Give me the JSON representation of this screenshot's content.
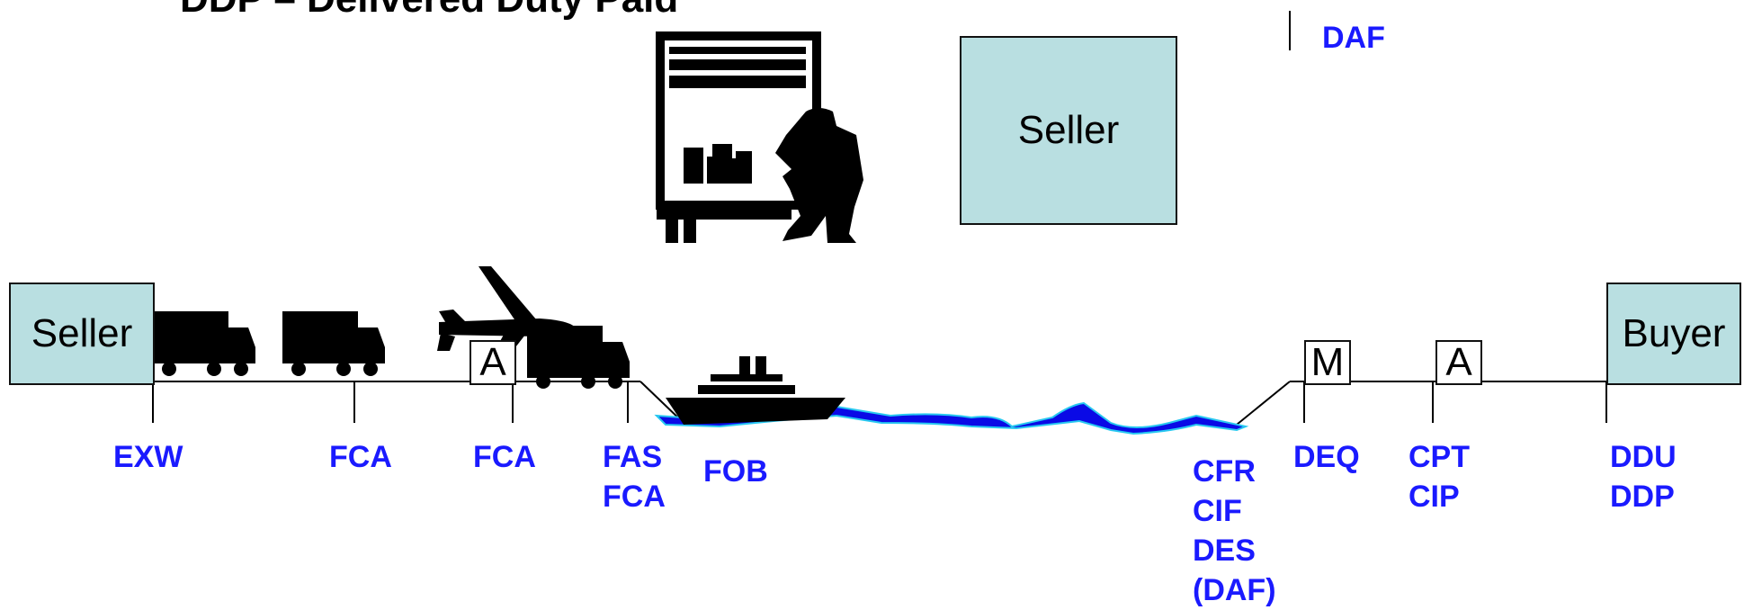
{
  "heading": "DDP – Delivered Duty Paid",
  "top_box": "Seller",
  "left_box": "Seller",
  "right_box": "Buyer",
  "markers": {
    "air_a": "A",
    "deq_m": "M",
    "cpt_a": "A"
  },
  "terms": {
    "daf_top": "DAF",
    "exw": "EXW",
    "fca_1": "FCA",
    "fca_2": "FCA",
    "fas_fca": [
      "FAS",
      "FCA"
    ],
    "fob": "FOB",
    "cfr_group": [
      "CFR",
      "CIF",
      "DES",
      "(DAF)"
    ],
    "deq": "DEQ",
    "cpt_cip": [
      "CPT",
      "CIP"
    ],
    "ddu_ddp": [
      "DDU",
      "DDP"
    ]
  },
  "colors": {
    "term_text": "#1a1aff",
    "box_fill": "#b9dfe1",
    "water": "#0a0ae6",
    "water_edge": "#28c8f0"
  },
  "icons": [
    "warehouse-worker-icon",
    "truck-icon",
    "airplane-icon",
    "ship-icon"
  ]
}
